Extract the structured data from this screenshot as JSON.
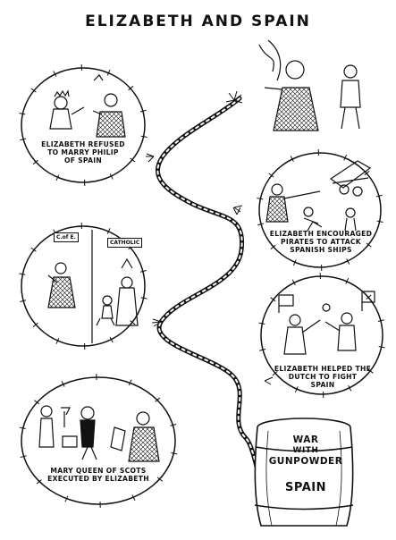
{
  "title": "ELIZABETH AND SPAIN",
  "panels": [
    {
      "caption_lines": [
        "ELIZABETH REFUSED",
        "TO MARRY PHILIP",
        "OF SPAIN"
      ]
    },
    {
      "caption_lines": [
        "ELIZABETH ENCOURAGED",
        "PIRATES TO ATTACK",
        "SPANISH SHIPS"
      ]
    },
    {
      "signs": [
        "C.of E.",
        "CATHOLIC"
      ]
    },
    {
      "caption_lines": [
        "ELIZABETH HELPED THE",
        "DUTCH TO FIGHT",
        "SPAIN"
      ]
    },
    {
      "caption_lines": [
        "MARY QUEEN OF SCOTS",
        "EXECUTED BY ELIZABETH"
      ]
    }
  ],
  "barrel": {
    "lines": [
      "WAR",
      "WITH",
      "GUNPOWDER",
      "SPAIN"
    ]
  }
}
